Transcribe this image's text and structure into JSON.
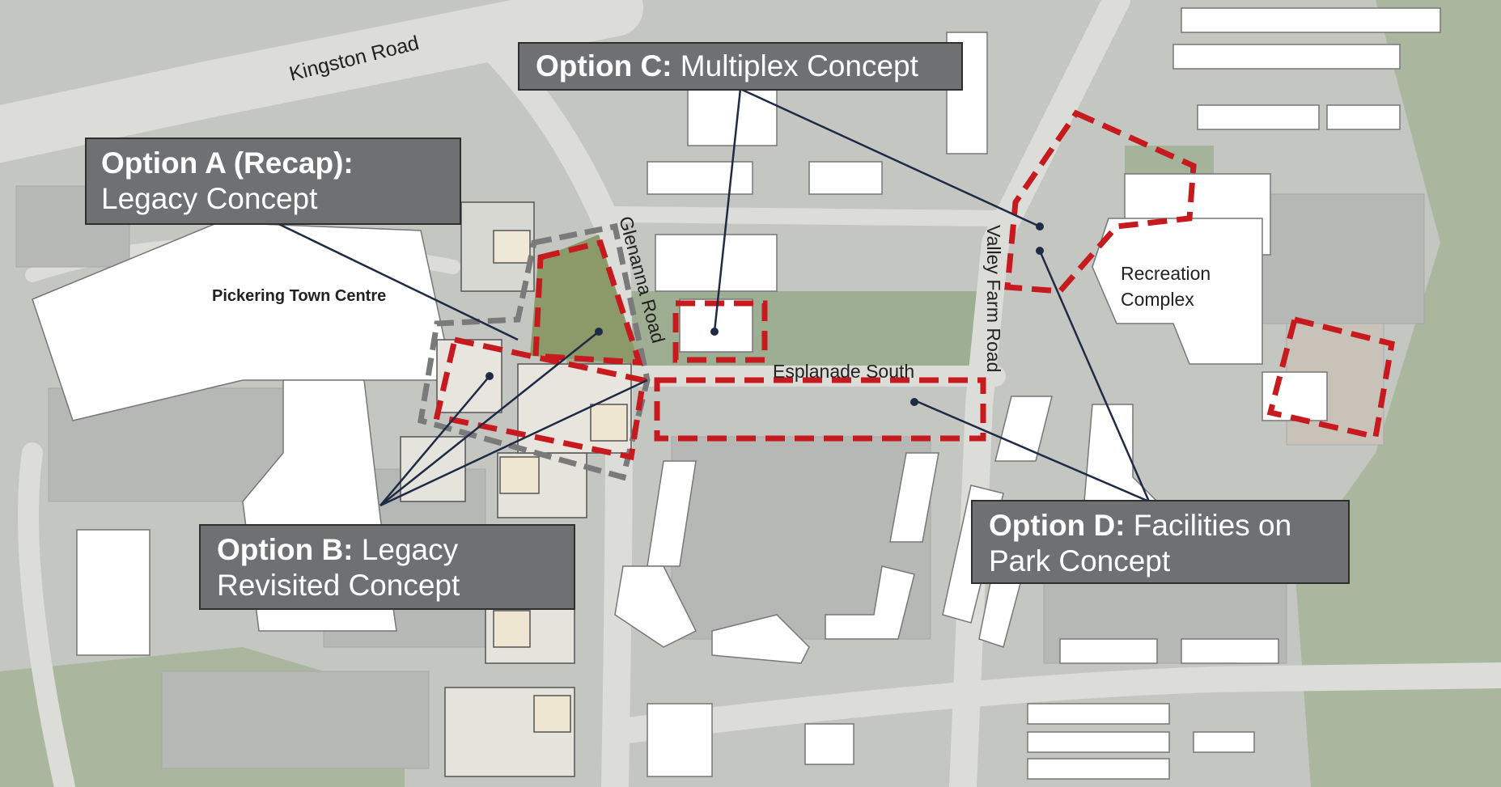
{
  "colors": {
    "site_boundary": "#c61a1f",
    "study_boundary": "#7a7a7a",
    "callout_bg": "#6f7072",
    "callout_text": "#ffffff",
    "leader_line": "#1f2a44",
    "building": "#ffffff",
    "parking": "#bcbfbc",
    "greenspace": "#a9b79c",
    "road": "#d6d7d4"
  },
  "roads": {
    "kingston": "Kingston Road",
    "glenanna": "Glenanna Road",
    "valley_farm": "Valley Farm Road",
    "esplanade": "Esplanade South"
  },
  "places": {
    "town_centre": "Pickering Town Centre",
    "recreation_line1": "Recreation",
    "recreation_line2": "Complex"
  },
  "options": {
    "a": {
      "bold": "Option A (Recap):",
      "rest": "Legacy Concept"
    },
    "b": {
      "bold": "Option B:",
      "rest1": "Legacy",
      "rest2": "Revisited Concept"
    },
    "c": {
      "bold": "Option C:",
      "rest": "Multiplex Concept"
    },
    "d": {
      "bold": "Option D:",
      "rest1": "Facilities on",
      "rest2": "Park Concept"
    }
  }
}
